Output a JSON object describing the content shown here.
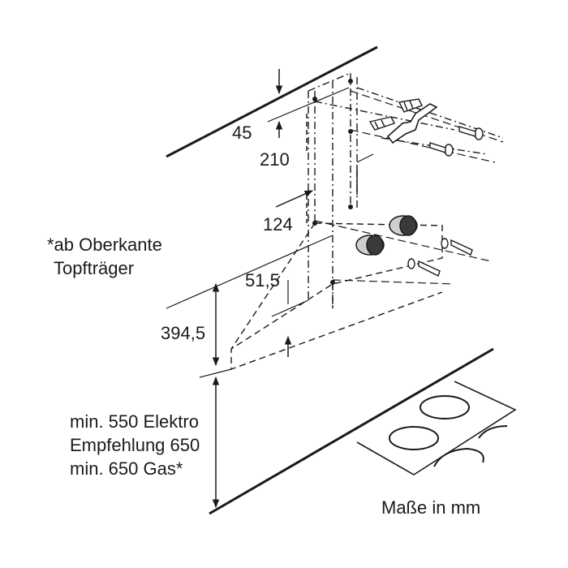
{
  "dimensions": {
    "d45": "45",
    "d210": "210",
    "d124": "124",
    "d51_5": "51,5",
    "d394_5": "394,5"
  },
  "notes": {
    "oberkante_line1": "*ab Oberkante",
    "oberkante_line2": "Topfträger",
    "min_elektro": "min. 550 Elektro",
    "empfehlung": "Empfehlung 650",
    "min_gas": "min. 650 Gas*",
    "units": "Maße in mm"
  },
  "icons": {
    "wall_bracket": "wall-bracket-icon",
    "wall_plug": "wall-plug-icon",
    "screw": "screw-icon",
    "hob": "hob-icon"
  },
  "colors": {
    "ink": "#1a1a1a",
    "fitting_fill": "#cfcfcf",
    "fitting_dark": "#3a3a3a"
  }
}
